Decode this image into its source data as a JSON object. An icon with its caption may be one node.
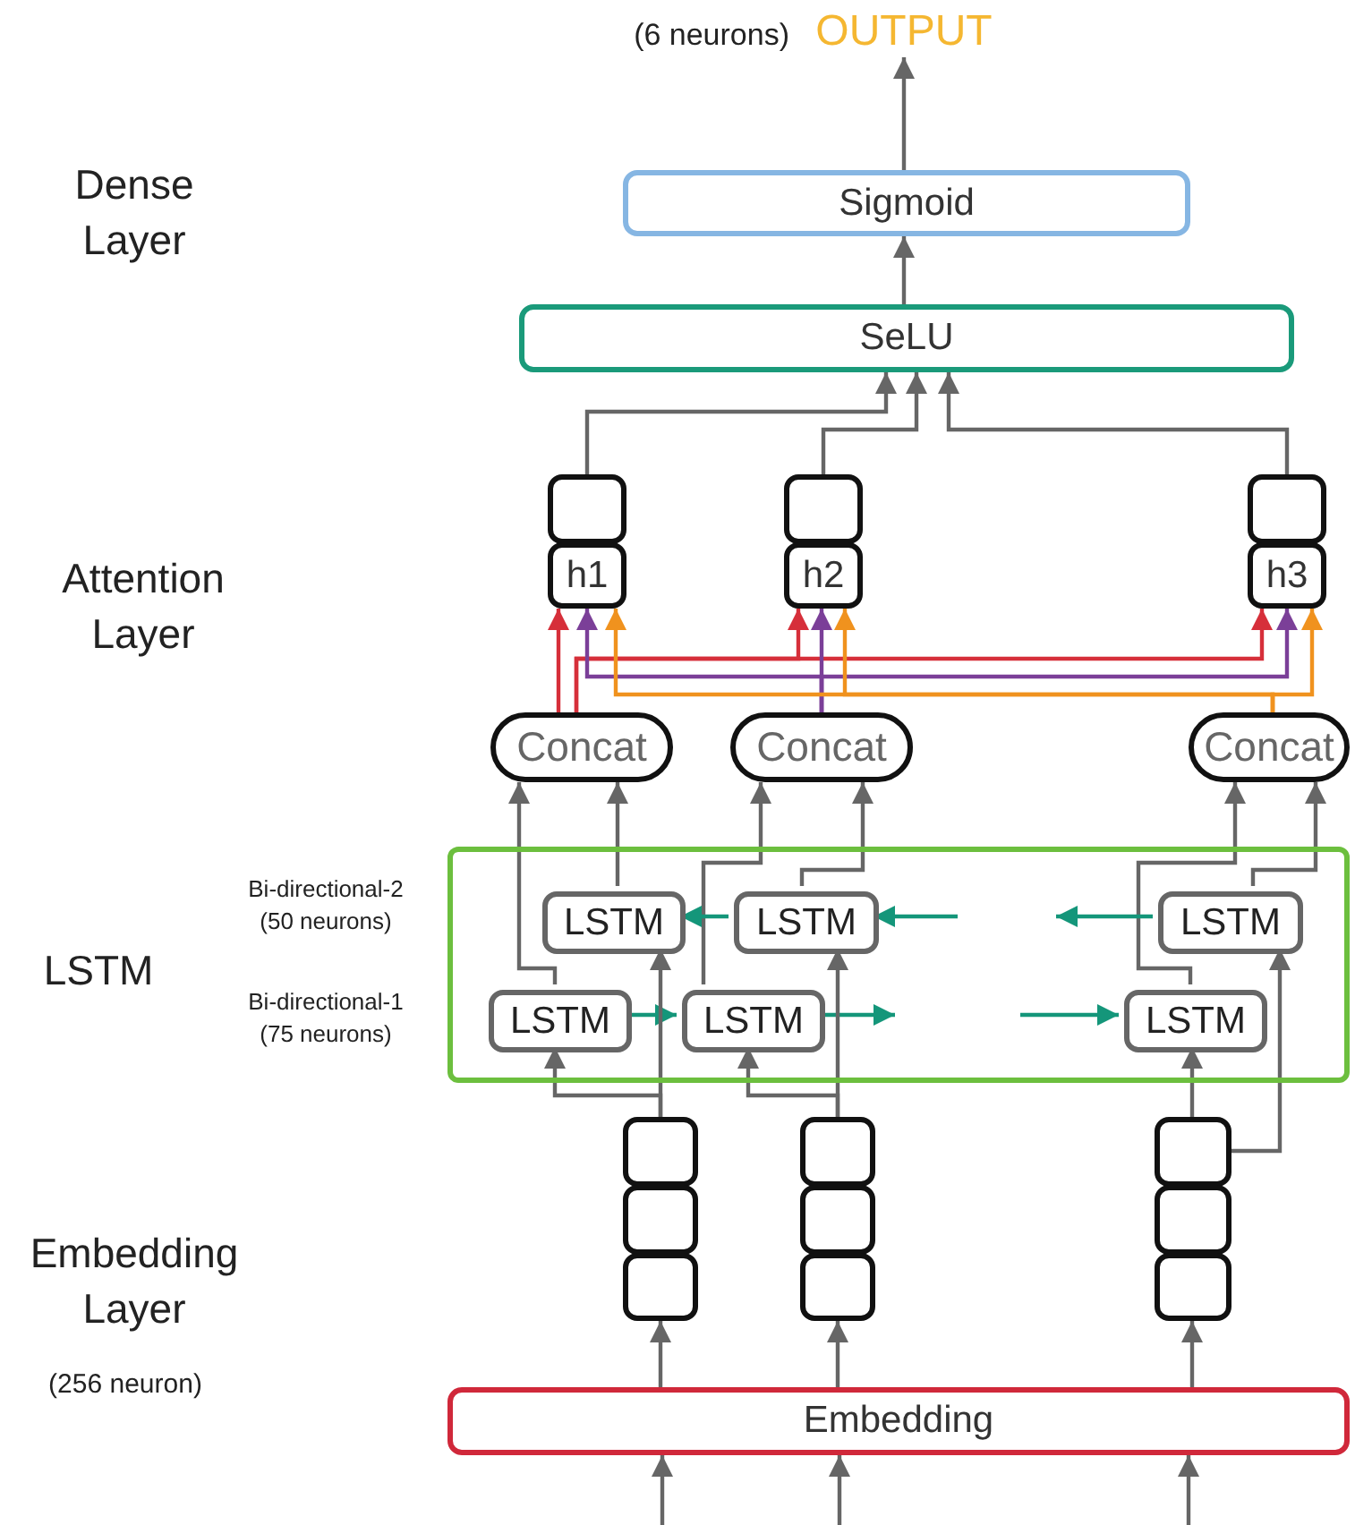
{
  "diagram": {
    "nodes": [
      {
        "text": [
          "OUTPUT"
        ],
        "beside": [
          "(6 neurons)"
        ]
      },
      {
        "text": [
          "Sigmoid"
        ]
      },
      {
        "text": [
          "SeLU"
        ]
      },
      {
        "text": [],
        "shape": "box"
      },
      {
        "text": [
          "h1"
        ]
      },
      {
        "text": [],
        "shape": "box"
      },
      {
        "text": [
          "h2"
        ]
      },
      {
        "text": [],
        "shape": "box"
      },
      {
        "text": [
          "h3"
        ]
      },
      {
        "text": [
          "Concat"
        ]
      },
      {
        "text": [
          "Concat"
        ]
      },
      {
        "text": [
          "Concat"
        ]
      },
      {
        "text": [],
        "shape": "box"
      },
      {
        "text": [
          "LSTM"
        ],
        "in": 12
      },
      {
        "text": [
          "LSTM"
        ],
        "in": 12
      },
      {
        "text": [
          "LSTM"
        ],
        "in": 12
      },
      {
        "text": [
          "LSTM"
        ],
        "in": 12
      },
      {
        "text": [
          "LSTM"
        ],
        "in": 12
      },
      {
        "text": [
          "LSTM"
        ],
        "in": 12
      },
      {
        "text": [],
        "shape": "box"
      },
      {
        "text": [],
        "shape": "box"
      },
      {
        "text": [],
        "shape": "box"
      },
      {
        "text": [],
        "shape": "box"
      },
      {
        "text": [],
        "shape": "box"
      },
      {
        "text": [],
        "shape": "box"
      },
      {
        "text": [],
        "shape": "box"
      },
      {
        "text": [],
        "shape": "box"
      },
      {
        "text": [],
        "shape": "box"
      },
      {
        "text": [
          "Embedding"
        ]
      }
    ],
    "edges": [
      {
        "from": 1,
        "to": 0,
        "arrow": "to"
      },
      {
        "from": 2,
        "to": 1,
        "arrow": "to"
      },
      {
        "from": 3,
        "to": 2,
        "arrow": "to"
      },
      {
        "from": 5,
        "to": 2,
        "arrow": "to"
      },
      {
        "from": 7,
        "to": 2,
        "arrow": "to"
      },
      {
        "from": 9,
        "to": 4,
        "arrow": "to",
        "color": "#d62f3a"
      },
      {
        "from": 9,
        "to": 6,
        "arrow": "to",
        "color": "#d62f3a"
      },
      {
        "from": 9,
        "to": 8,
        "arrow": "to",
        "color": "#d62f3a"
      },
      {
        "from": 10,
        "to": 4,
        "arrow": "to",
        "color": "#7b3f98"
      },
      {
        "from": 10,
        "to": 6,
        "arrow": "to",
        "color": "#7b3f98"
      },
      {
        "from": 10,
        "to": 8,
        "arrow": "to",
        "color": "#7b3f98"
      },
      {
        "from": 11,
        "to": 4,
        "arrow": "to",
        "color": "#f0921e"
      },
      {
        "from": 11,
        "to": 6,
        "arrow": "to",
        "color": "#f0921e"
      },
      {
        "from": 11,
        "to": 8,
        "arrow": "to",
        "color": "#f0921e"
      },
      {
        "from": 16,
        "to": 9,
        "arrow": "to"
      },
      {
        "from": 13,
        "to": 9,
        "arrow": "to"
      },
      {
        "from": 17,
        "to": 10,
        "arrow": "to"
      },
      {
        "from": 14,
        "to": 10,
        "arrow": "to"
      },
      {
        "from": 18,
        "to": 11,
        "arrow": "to"
      },
      {
        "from": 15,
        "to": 11,
        "arrow": "to"
      },
      {
        "from": 16,
        "to": 17,
        "arrow": "to",
        "color": "#14967a"
      },
      {
        "from": 17,
        "to": null,
        "arrow": "to",
        "color": "#14967a"
      },
      {
        "from": null,
        "to": 18,
        "arrow": "to",
        "color": "#14967a"
      },
      {
        "from": 14,
        "to": 13,
        "arrow": "to",
        "color": "#14967a"
      },
      {
        "from": null,
        "to": 14,
        "arrow": "to",
        "color": "#14967a"
      },
      {
        "from": 15,
        "to": null,
        "arrow": "to",
        "color": "#14967a"
      },
      {
        "from": 19,
        "to": 16,
        "arrow": "to"
      },
      {
        "from": 19,
        "to": 13,
        "arrow": "to"
      },
      {
        "from": 22,
        "to": 17,
        "arrow": "to"
      },
      {
        "from": 22,
        "to": 14,
        "arrow": "to"
      },
      {
        "from": 25,
        "to": 18,
        "arrow": "to"
      },
      {
        "from": 25,
        "to": 15,
        "arrow": "to"
      },
      {
        "from": 28,
        "to": 21,
        "arrow": "to"
      },
      {
        "from": 28,
        "to": 24,
        "arrow": "to"
      },
      {
        "from": 28,
        "to": 27,
        "arrow": "to"
      },
      {
        "from": null,
        "to": 28,
        "arrow": "to"
      },
      {
        "from": null,
        "to": 28,
        "arrow": "to"
      },
      {
        "from": null,
        "to": 28,
        "arrow": "to"
      }
    ],
    "labels": [
      "Dense Layer",
      "Attention Layer",
      "Bi-directional-2 (50 neurons)",
      "LSTM",
      "Bi-directional-1 (75 neurons)",
      "Embedding Layer",
      "(256 neuron)"
    ]
  }
}
